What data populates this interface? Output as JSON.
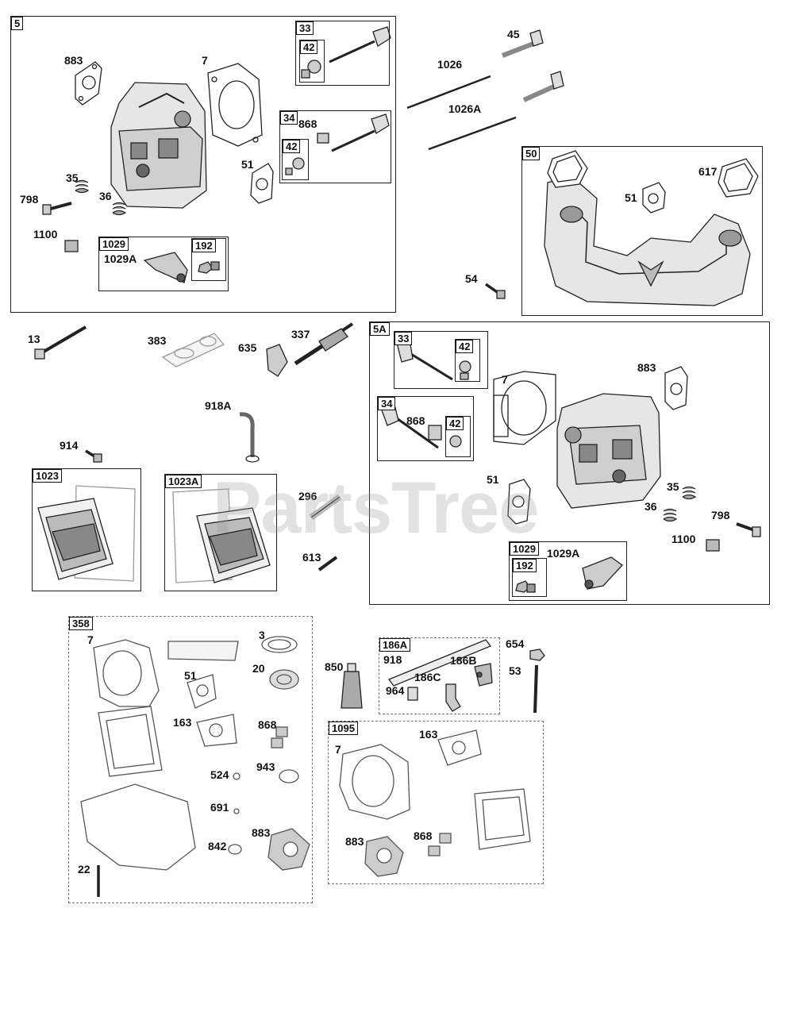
{
  "watermark": "PartsTree",
  "groups": {
    "g5": "5",
    "g33a": "33",
    "g42a": "42",
    "g34a": "34",
    "g42b": "42",
    "g1029a": "1029",
    "g192a": "192",
    "g50": "50",
    "g5A": "5A",
    "g33b": "33",
    "g42c": "42",
    "g34b": "34",
    "g42d": "42",
    "g1029b": "1029",
    "g192b": "192",
    "g1023": "1023",
    "g1023A": "1023A",
    "g358": "358",
    "g186A": "186A",
    "g1095": "1095"
  },
  "labels": {
    "l883a": "883",
    "l7a": "7",
    "l868a": "868",
    "l51a": "51",
    "l35a": "35",
    "l798a": "798",
    "l36a": "36",
    "l1100a": "1100",
    "l1029Aa": "1029A",
    "l45": "45",
    "l1026": "1026",
    "l1026A": "1026A",
    "l617": "617",
    "l51b": "51",
    "l54": "54",
    "l13": "13",
    "l383": "383",
    "l337": "337",
    "l635": "635",
    "l918A": "918A",
    "l914": "914",
    "l296": "296",
    "l613": "613",
    "l7b": "7",
    "l883b": "883",
    "l868b": "868",
    "l51c": "51",
    "l35b": "35",
    "l36b": "36",
    "l798b": "798",
    "l1100b": "1100",
    "l1029Ab": "1029A",
    "l7c": "7",
    "l3": "3",
    "l20": "20",
    "l51d": "51",
    "l163a": "163",
    "l868c": "868",
    "l524": "524",
    "l943": "943",
    "l691": "691",
    "l883c": "883",
    "l842": "842",
    "l22": "22",
    "l850": "850",
    "l918": "918",
    "l186B": "186B",
    "l186C": "186C",
    "l964": "964",
    "l654": "654",
    "l53": "53",
    "l163b": "163",
    "l7d": "7",
    "l883d": "883",
    "l868d": "868"
  },
  "colors": {
    "line": "#222222",
    "fill_light": "#e6e6e6",
    "fill_mid": "#bdbdbd",
    "fill_dark": "#555555"
  }
}
